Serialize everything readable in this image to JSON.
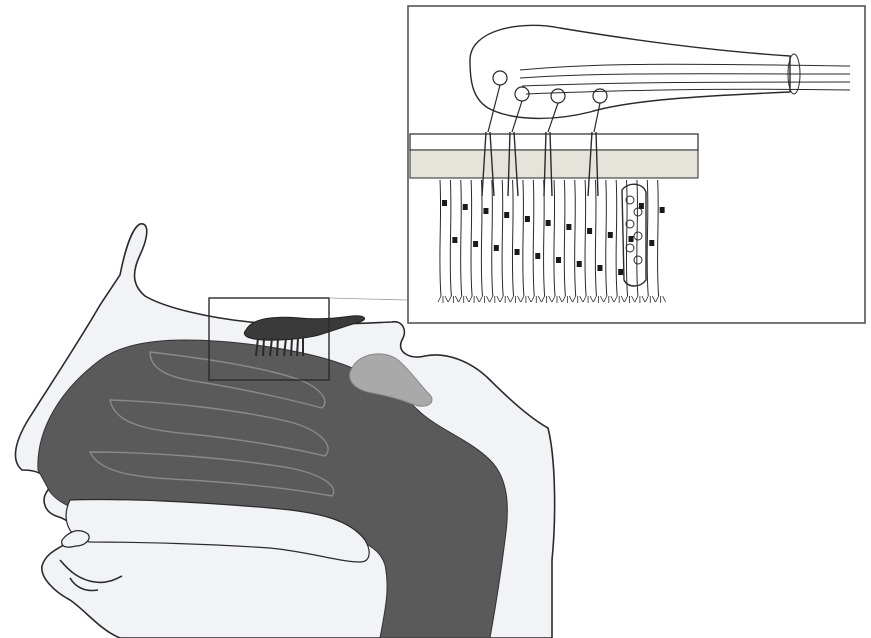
{
  "figure": {
    "kind": "anatomical-line-drawing",
    "subject": "nasal-cavity-sagittal-section",
    "inset_subject": "olfactory-epithelium-detail",
    "has_text_labels": false
  },
  "colors": {
    "background": "#ffffff",
    "line": "#2a2a2a",
    "cavity_fill": "#5a5a5a",
    "skin_fill": "#f2f3f6",
    "sinus_fill": "#a9a9a9",
    "bulb_fill": "#3a3a3a",
    "bone_fill": "#e6e3da",
    "inset_frame": "#555555",
    "nucleus": "#1a1a1a"
  }
}
